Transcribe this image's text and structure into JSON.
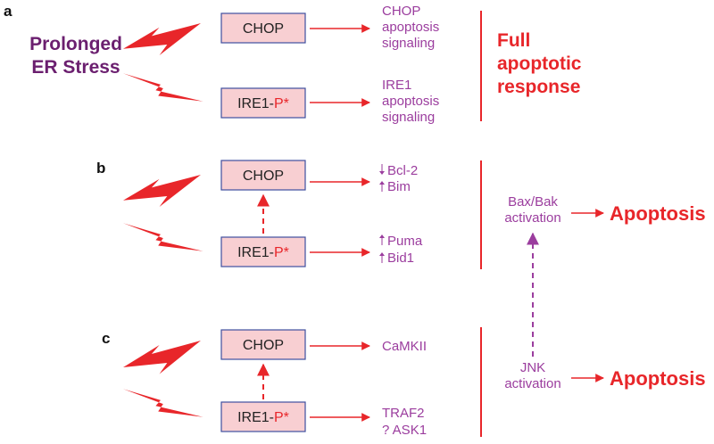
{
  "colors": {
    "red": "#e8262a",
    "purple": "#9b3d9e",
    "dark_purple": "#6b1f6f",
    "box_fill": "#f8cfd2",
    "box_border": "#3f4f9f"
  },
  "panels": {
    "a": {
      "label": "a",
      "stimulus_lines": [
        "Prolonged",
        "ER Stress"
      ],
      "chop_box": "CHOP",
      "ire1_prefix": "IRE1-",
      "ire1_suffix": "P*",
      "chop_outcome": [
        "CHOP",
        "apoptosis",
        "signaling"
      ],
      "ire1_outcome": [
        "IRE1",
        "apoptosis",
        "signaling"
      ],
      "response_lines": [
        "Full",
        "apoptotic",
        "response"
      ]
    },
    "b": {
      "label": "b",
      "chop_box": "CHOP",
      "ire1_prefix": "IRE1-",
      "ire1_suffix": "P*",
      "chop_targets": [
        {
          "direction": "down",
          "text": "Bcl-2"
        },
        {
          "direction": "up",
          "text": "Bim"
        }
      ],
      "ire1_targets": [
        {
          "direction": "up",
          "text": "Puma"
        },
        {
          "direction": "up",
          "text": "Bid1"
        }
      ],
      "activation_lines": [
        "Bax/Bak",
        "activation"
      ],
      "result": "Apoptosis"
    },
    "c": {
      "label": "c",
      "chop_box": "CHOP",
      "ire1_prefix": "IRE1-",
      "ire1_suffix": "P*",
      "chop_target": "CaMKII",
      "ire1_targets": [
        "TRAF2",
        "? ASK1"
      ],
      "activation_lines": [
        "JNK",
        "activation"
      ],
      "result": "Apoptosis"
    }
  },
  "icons": [
    "lightning-bolt-icon"
  ]
}
